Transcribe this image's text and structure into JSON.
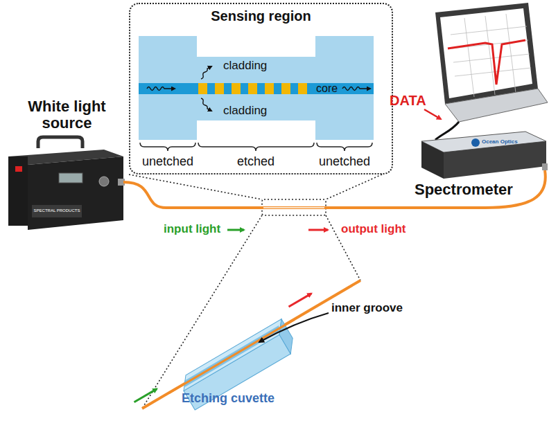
{
  "diagram": {
    "nodes": [
      {
        "text": [
          "Sensing region"
        ]
      }
    ],
    "labels": [
      "cladding",
      "cladding",
      "core",
      "unetched",
      "etched",
      "unetched",
      "White light source",
      "DATA",
      "Spectrometer",
      "input light",
      "output light",
      "inner groove",
      "Etching cuvette",
      "SPECTRAL PRODUCTS",
      "Ocean Optics"
    ]
  }
}
